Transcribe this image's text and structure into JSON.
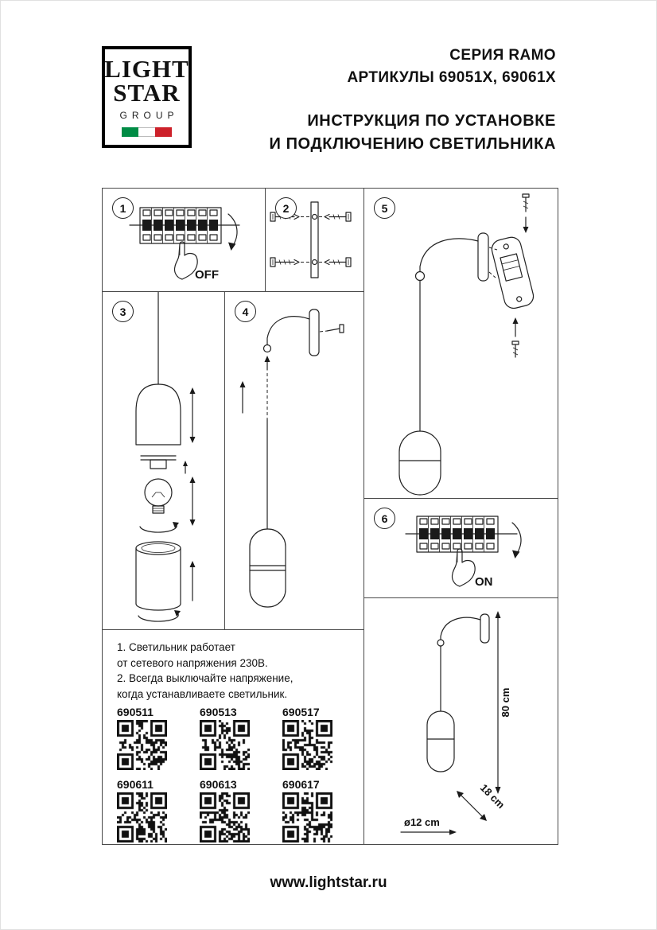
{
  "logo": {
    "line1": "LIGHT",
    "line2": "STAR",
    "line3": "GROUP"
  },
  "header": {
    "series": "СЕРИЯ RAMO",
    "articles": "АРТИКУЛЫ 69051X, 69061X",
    "title_line1": "ИНСТРУКЦИЯ ПО УСТАНОВКЕ",
    "title_line2": "И ПОДКЛЮЧЕНИЮ СВЕТИЛЬНИКА"
  },
  "steps": {
    "s1": {
      "num": "1",
      "switch_label": "OFF"
    },
    "s2": {
      "num": "2"
    },
    "s3": {
      "num": "3"
    },
    "s4": {
      "num": "4"
    },
    "s5": {
      "num": "5"
    },
    "s6": {
      "num": "6",
      "switch_label": "ON"
    }
  },
  "notes": {
    "line1": "1. Светильник работает",
    "line2": "от сетевого напряжения 230В.",
    "line3": "2. Всегда выключайте напряжение,",
    "line4": "когда устанавливаете светильник."
  },
  "articles": {
    "row1": [
      "690511",
      "690513",
      "690517"
    ],
    "row2": [
      "690611",
      "690613",
      "690617"
    ]
  },
  "dimensions": {
    "height": "80 cm",
    "depth": "18 cm",
    "diameter": "ø12 cm"
  },
  "footer": {
    "site": "www.lightstar.ru"
  },
  "colors": {
    "line": "#222222",
    "flag_green": "#008C45",
    "flag_red": "#CD212A"
  }
}
